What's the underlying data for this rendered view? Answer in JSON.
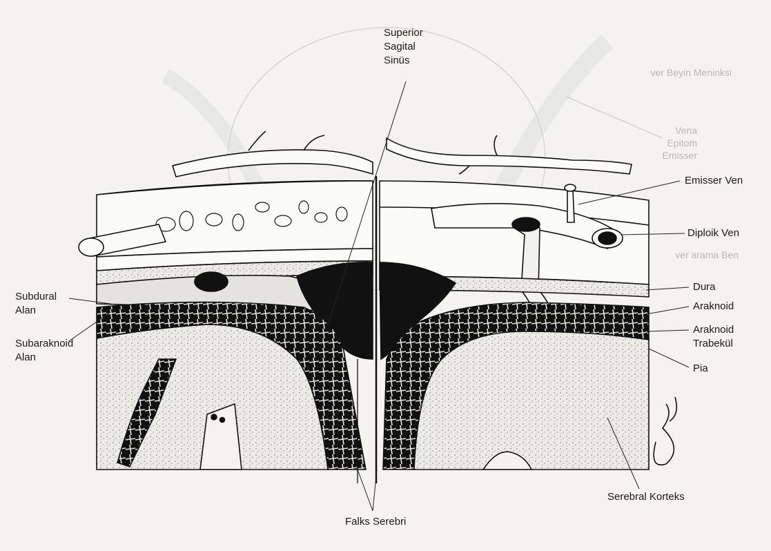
{
  "labels": {
    "superior_sagital_sinus": "Superior\nSagital\nSinüs",
    "emisser_ven": "Emisser Ven",
    "diploik_ven": "Diploik Ven",
    "dura": "Dura",
    "araknoid": "Araknoid",
    "araknoid_trabekul": "Araknoid\nTrabekül",
    "pia": "Pia",
    "subdural_alan": "Subdural\nAlan",
    "subaraknoid_alan": "Subaraknoid\nAlan",
    "serebral_korteks": "Serebral Korteks",
    "falks_serebri": "Falks Serebri"
  },
  "bleed_through": {
    "top_right": "ver Beyin Meninksi",
    "right_block": "Vena\nEpitom\nEmisser",
    "right_small": "ver arama Ben"
  },
  "colors": {
    "paper": "#f4f3ee",
    "ink": "#111111",
    "cortex": "#e9e8e2",
    "bone": "#fbfbf7",
    "ghost": "#c4c3bd"
  }
}
